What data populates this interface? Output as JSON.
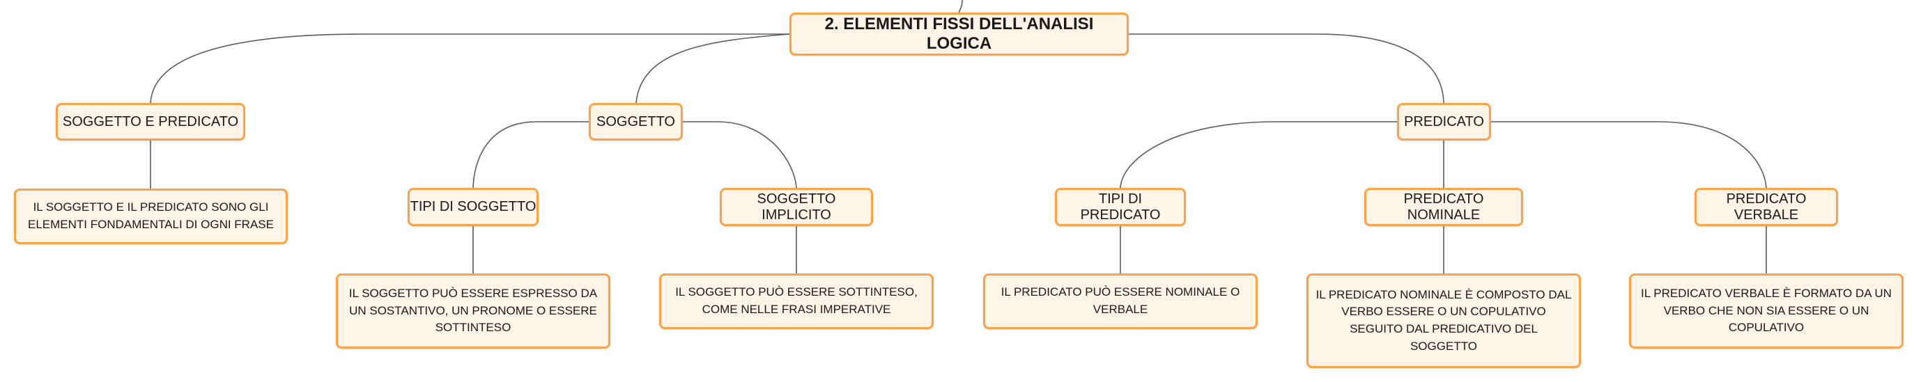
{
  "root": {
    "label": "2. ELEMENTI FISSI DELL'ANALISI LOGICA"
  },
  "branches": {
    "soggetto_e_predicato": {
      "label": "SOGGETTO E PREDICATO",
      "note": "IL SOGGETTO E IL PREDICATO SONO GLI ELEMENTI FONDAMENTALI DI OGNI FRASE"
    },
    "soggetto": {
      "label": "SOGGETTO",
      "tipi": {
        "label": "TIPI DI SOGGETTO",
        "note": "IL SOGGETTO PUÒ ESSERE ESPRESSO DA UN SOSTANTIVO, UN PRONOME O ESSERE SOTTINTESO"
      },
      "implicito": {
        "label": "SOGGETTO IMPLICITO",
        "note": "IL SOGGETTO PUÒ ESSERE SOTTINTESO, COME NELLE FRASI IMPERATIVE"
      }
    },
    "predicato": {
      "label": "PREDICATO",
      "tipi": {
        "label": "TIPI DI PREDICATO",
        "note": "IL PREDICATO PUÒ ESSERE NOMINALE O VERBALE"
      },
      "nominale": {
        "label": "PREDICATO NOMINALE",
        "note": "IL PREDICATO NOMINALE È COMPOSTO DAL VERBO ESSERE O UN COPULATIVO SEGUITO DAL PREDICATIVO DEL SOGGETTO"
      },
      "verbale": {
        "label": "PREDICATO VERBALE",
        "note": "IL PREDICATO VERBALE È FORMATO DA UN VERBO CHE NON SIA ESSERE O UN COPULATIVO"
      }
    }
  },
  "colors": {
    "node_border": "#f7a44b",
    "node_fill": "#fdf3e7",
    "connector": "#5c5c5c"
  }
}
